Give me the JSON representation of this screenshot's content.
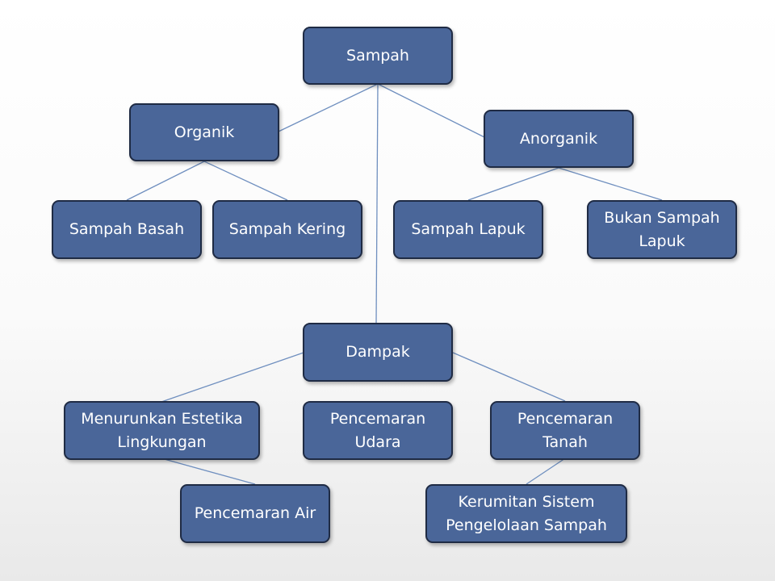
{
  "diagram": {
    "nodes": {
      "sampah": "Sampah",
      "organik": "Organik",
      "anorganik": "Anorganik",
      "sampah_basah": "Sampah Basah",
      "sampah_kering": "Sampah Kering",
      "sampah_lapuk": "Sampah Lapuk",
      "bukan_sampah_lapuk": [
        "Bukan Sampah",
        "Lapuk"
      ],
      "dampak": "Dampak",
      "menurunkan_estetika": [
        "Menurunkan Estetika",
        "Lingkungan"
      ],
      "pencemaran_udara": [
        "Pencemaran",
        "Udara"
      ],
      "pencemaran_tanah": [
        "Pencemaran",
        "Tanah"
      ],
      "pencemaran_air": "Pencemaran Air",
      "kerumitan_sistem": [
        "Kerumitan Sistem",
        "Pengelolaan Sampah"
      ]
    },
    "colors": {
      "box_fill": "#4a6699",
      "box_border": "#1f2b44",
      "connector": "#6f8fbf",
      "text": "#ffffff"
    }
  }
}
